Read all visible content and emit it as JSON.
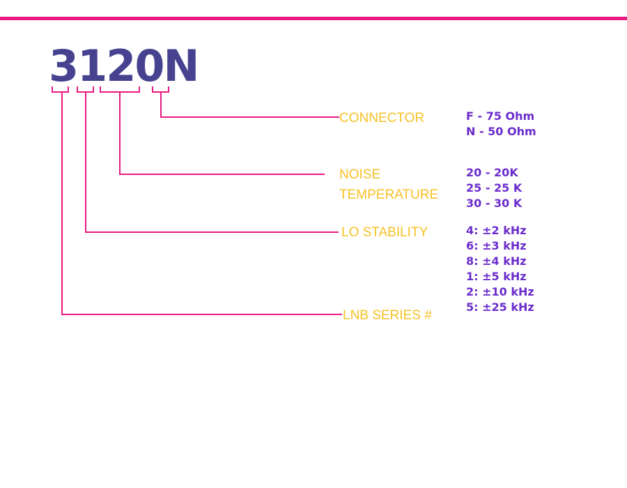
{
  "model_code": "3120N",
  "colors": {
    "accent": "#e8197f",
    "model_text": "#46428f",
    "field_label": "#f7c125",
    "option_text": "#6a2ccc"
  },
  "fields": {
    "connector": {
      "label": "CONNECTOR",
      "options": [
        "F - 75 Ohm",
        "N - 50 Ohm"
      ]
    },
    "noise_temperature": {
      "label_line1": "NOISE",
      "label_line2": "TEMPERATURE",
      "options": [
        "20 - 20K",
        "25 - 25 K",
        "30 - 30 K"
      ]
    },
    "lo_stability": {
      "label": "LO STABILITY",
      "options": [
        "4: ±2 kHz",
        "6: ±3 kHz",
        "8: ±4 kHz",
        "1: ±5 kHz",
        "2: ±10 kHz",
        "5: ±25 kHz"
      ]
    },
    "lnb_series": {
      "label": "LNB SERIES #"
    }
  }
}
